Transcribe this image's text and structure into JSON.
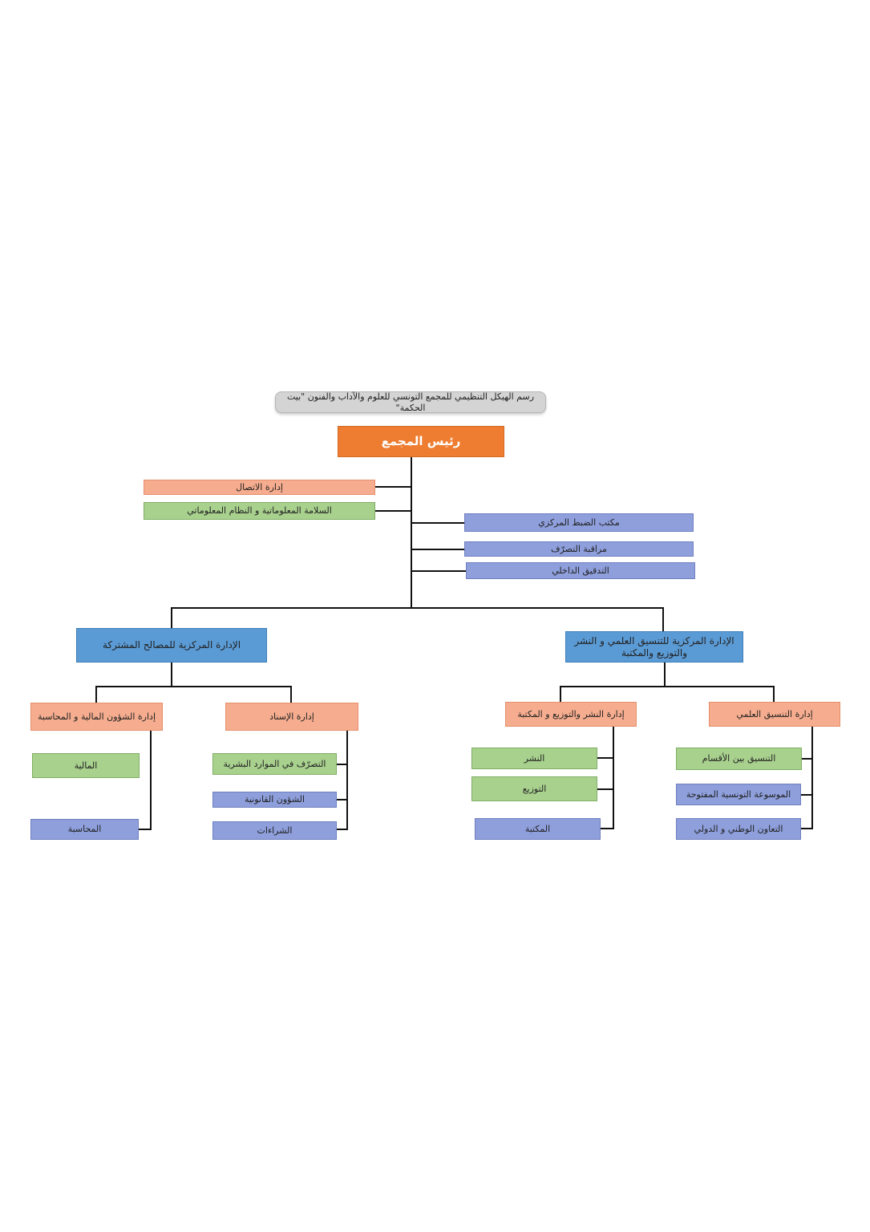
{
  "diagram": {
    "title": "رسم الهيكل التنظيمي للمجمع التونسي للعلوم والآداب والفنون \"بيت الحكمة\"",
    "head": "رئيس المجمع",
    "staff_left": [
      "إدارة الاتصال",
      "السلامة المعلوماتية و النظام المعلوماتي"
    ],
    "staff_right": [
      "مكتب الضبط المركزي",
      "مراقبة التصرّف",
      "التدقيق الداخلي"
    ],
    "central_left": "الإدارة المركزية للمصالح المشتركة",
    "central_right": "الإدارة المركزية للتنسيق العلمي و النشر والتوزيع والمكتبة",
    "dept_finance": "إدارة الشؤون المالية و المحاسبة",
    "dept_finance_units": [
      "المالية",
      "المحاسبة"
    ],
    "dept_admin": "إدارة الإسناد",
    "dept_admin_units": [
      "التصرّف في الموارد البشرية",
      "الشؤون القانونية",
      "الشراءات"
    ],
    "dept_publishing": "إدارة النشر والتوزيع و المكتبة",
    "dept_publishing_units": [
      "النشر",
      "التوزيع",
      "المكتبة"
    ],
    "dept_scientific": "إدارة التنسيق العلمي",
    "dept_scientific_units": [
      "التنسيق بين الأقسام",
      "الموسوعة التونسية المفتوحة",
      "التعاون الوطني و الدولي"
    ]
  }
}
